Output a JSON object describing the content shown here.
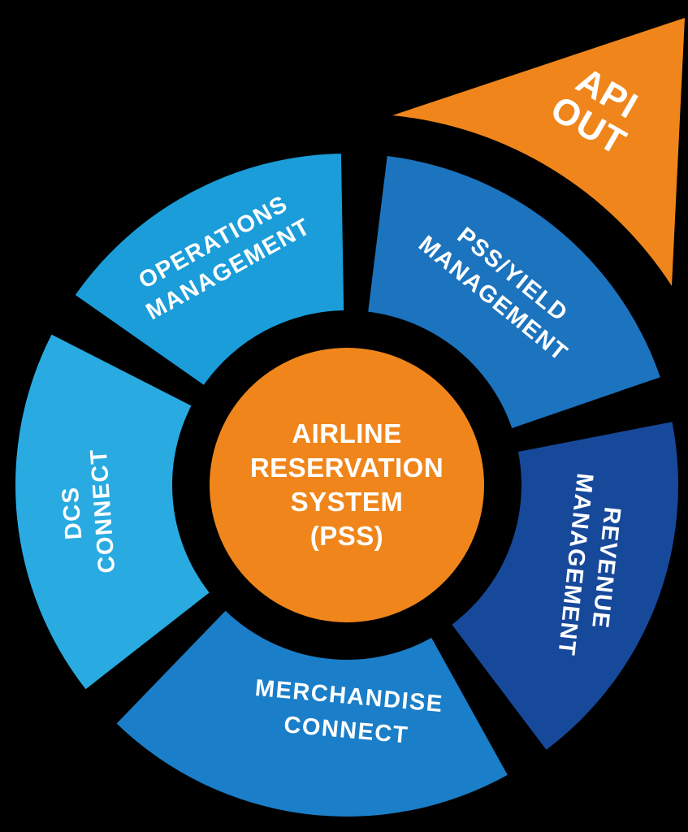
{
  "diagram": {
    "title": "Airline Reservation System (PSS) ecosystem wheel",
    "colors": {
      "background": "#000000",
      "center": "#F0861B",
      "arrow": "#F0861B",
      "text": "#FFFFFF"
    },
    "center": {
      "lines": [
        "AIRLINE",
        "RESERVATION",
        "SYSTEM",
        "(PSS)"
      ]
    },
    "arrow": {
      "id": "api-out",
      "lines": [
        "API",
        "OUT"
      ],
      "color": "#F0861B"
    },
    "segments": [
      {
        "id": "operations-management",
        "lines": [
          "OPERATIONS",
          "MANAGEMENT"
        ],
        "color": "#1A9DD9"
      },
      {
        "id": "pss-yield-management",
        "lines": [
          "PSS/YIELD",
          "MANAGEMENT"
        ],
        "color": "#1C73BE"
      },
      {
        "id": "revenue-management",
        "lines": [
          "REVENUE",
          "MANAGEMENT"
        ],
        "color": "#17499B"
      },
      {
        "id": "merchandise-connect",
        "lines": [
          "MERCHANDISE",
          "CONNECT"
        ],
        "color": "#1A7EC8"
      },
      {
        "id": "dcs-connect",
        "lines": [
          "DCS",
          "CONNECT"
        ],
        "color": "#29ABE2"
      }
    ]
  }
}
